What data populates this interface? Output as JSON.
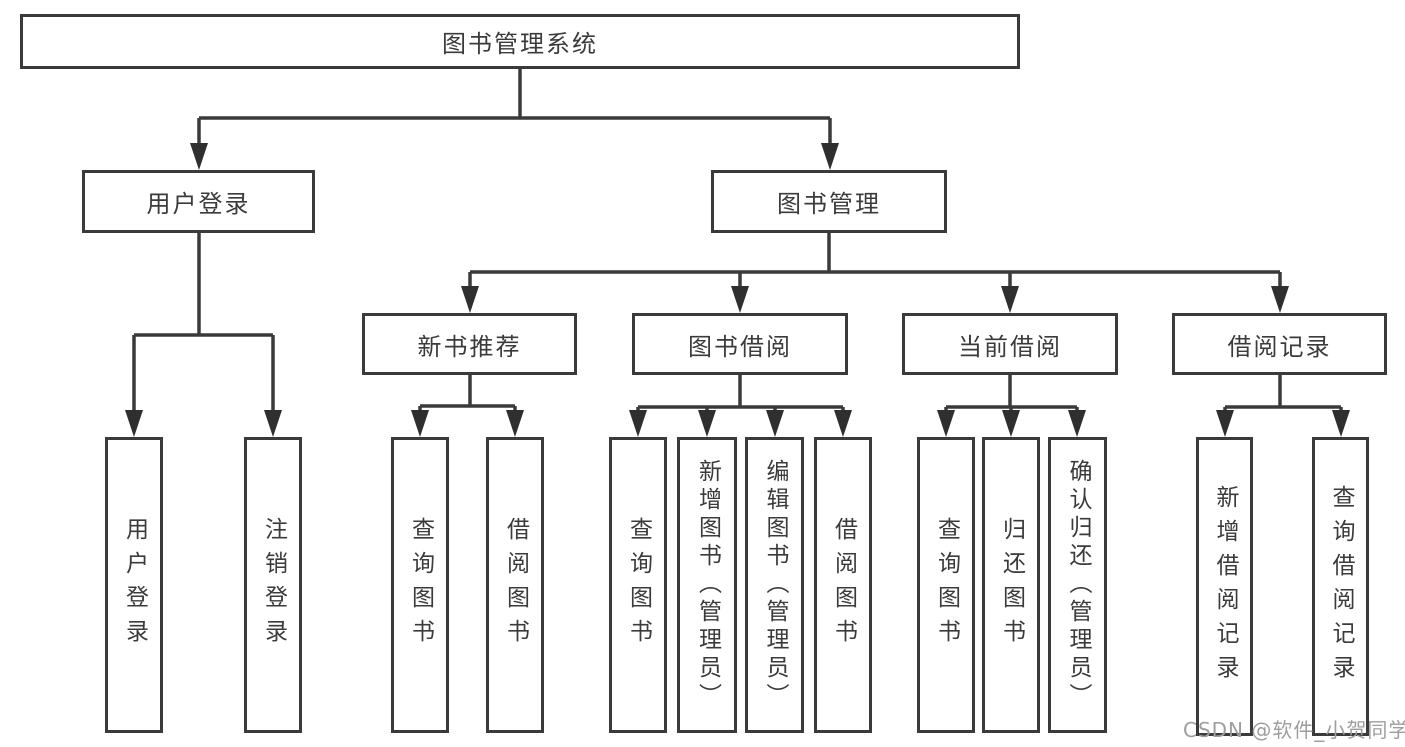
{
  "diagram": {
    "title": "图书管理系统",
    "root": {
      "label": "图书管理系统"
    },
    "branches": [
      {
        "label": "用户登录",
        "children": [
          {
            "label": "用户登录"
          },
          {
            "label": "注销登录"
          }
        ]
      },
      {
        "label": "图书管理",
        "children": [
          {
            "label": "新书推荐",
            "children": [
              {
                "label": "查询图书"
              },
              {
                "label": "借阅图书"
              }
            ]
          },
          {
            "label": "图书借阅",
            "children": [
              {
                "label": "查询图书"
              },
              {
                "label": "新增图书（管理员）"
              },
              {
                "label": "编辑图书（管理员）"
              },
              {
                "label": "借阅图书"
              }
            ]
          },
          {
            "label": "当前借阅",
            "children": [
              {
                "label": "查询图书"
              },
              {
                "label": "归还图书"
              },
              {
                "label": "确认归还（管理员）"
              }
            ]
          },
          {
            "label": "借阅记录",
            "children": [
              {
                "label": "新增借阅记录"
              },
              {
                "label": "查询借阅记录"
              }
            ]
          }
        ]
      }
    ]
  },
  "watermark": {
    "text": "CSDN @软件_小贺同学"
  },
  "colors": {
    "line": "#3a3a3a",
    "box_border": "#3a3a3a",
    "box_background": "#ffffff",
    "text": "#3b3b3b",
    "watermark": "#9e9e9e"
  }
}
